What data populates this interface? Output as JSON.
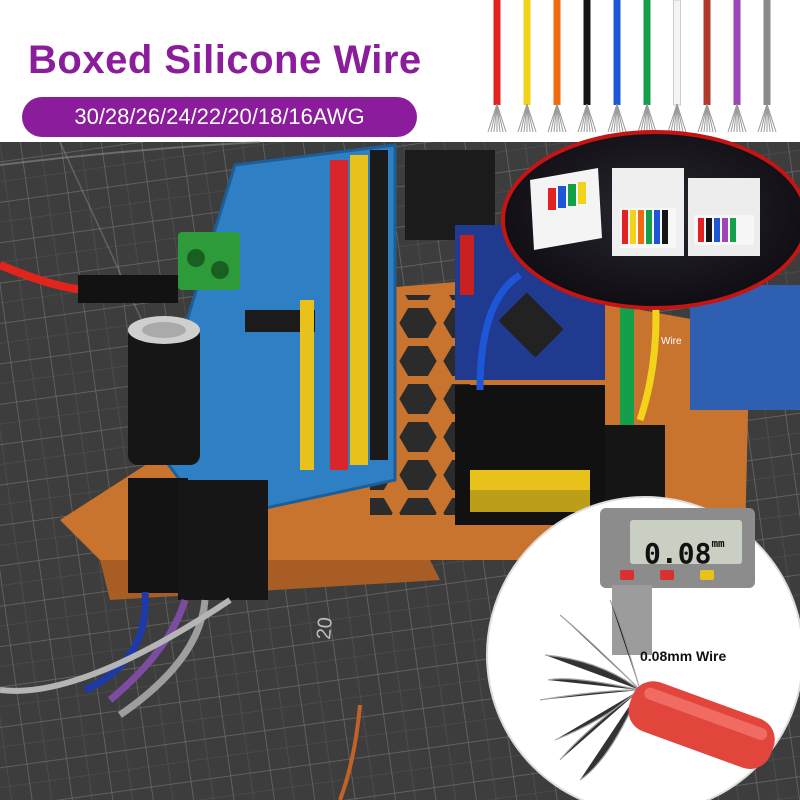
{
  "headline": {
    "title": "Boxed Silicone Wire",
    "gauges": "30/28/26/24/22/20/18/16AWG"
  },
  "callouts": {
    "wire_label": "Wire",
    "caliper_reading": "0.08",
    "caliper_unit": "mm",
    "strand_label": "0.08mm Wire"
  },
  "wire_colors": [
    "#e32222",
    "#f3d21a",
    "#f06a10",
    "#151515",
    "#1d57d8",
    "#14a04a",
    "#f4f4f4",
    "#b03a2a",
    "#9b45b8",
    "#8a8a8a"
  ],
  "colors": {
    "accent": "#8b1c9c",
    "mat": "#3d3d3d",
    "board": "#2f7fc4",
    "frame": "#c8742e"
  }
}
